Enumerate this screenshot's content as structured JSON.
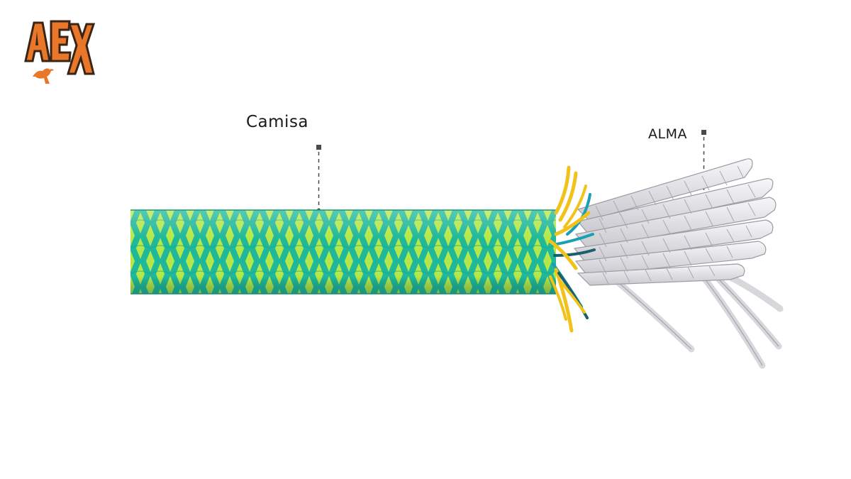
{
  "logo": {
    "text": "AEX",
    "colors": {
      "primary": "#e8772a",
      "outline": "#3a2416"
    },
    "icon": "kangaroo-icon"
  },
  "labels": {
    "sheath": "Camisa",
    "core": "ALMA"
  },
  "colors": {
    "sheath_base": "#1fb89a",
    "sheath_pattern": "#b4e84a",
    "sheath_fibers": [
      "#f2c21b",
      "#1a9fb3",
      "#1b5e6e"
    ],
    "core_strands": "#e9e9ec",
    "core_outline": "#9b9ba3",
    "leader_line": "#4a4a4a"
  }
}
